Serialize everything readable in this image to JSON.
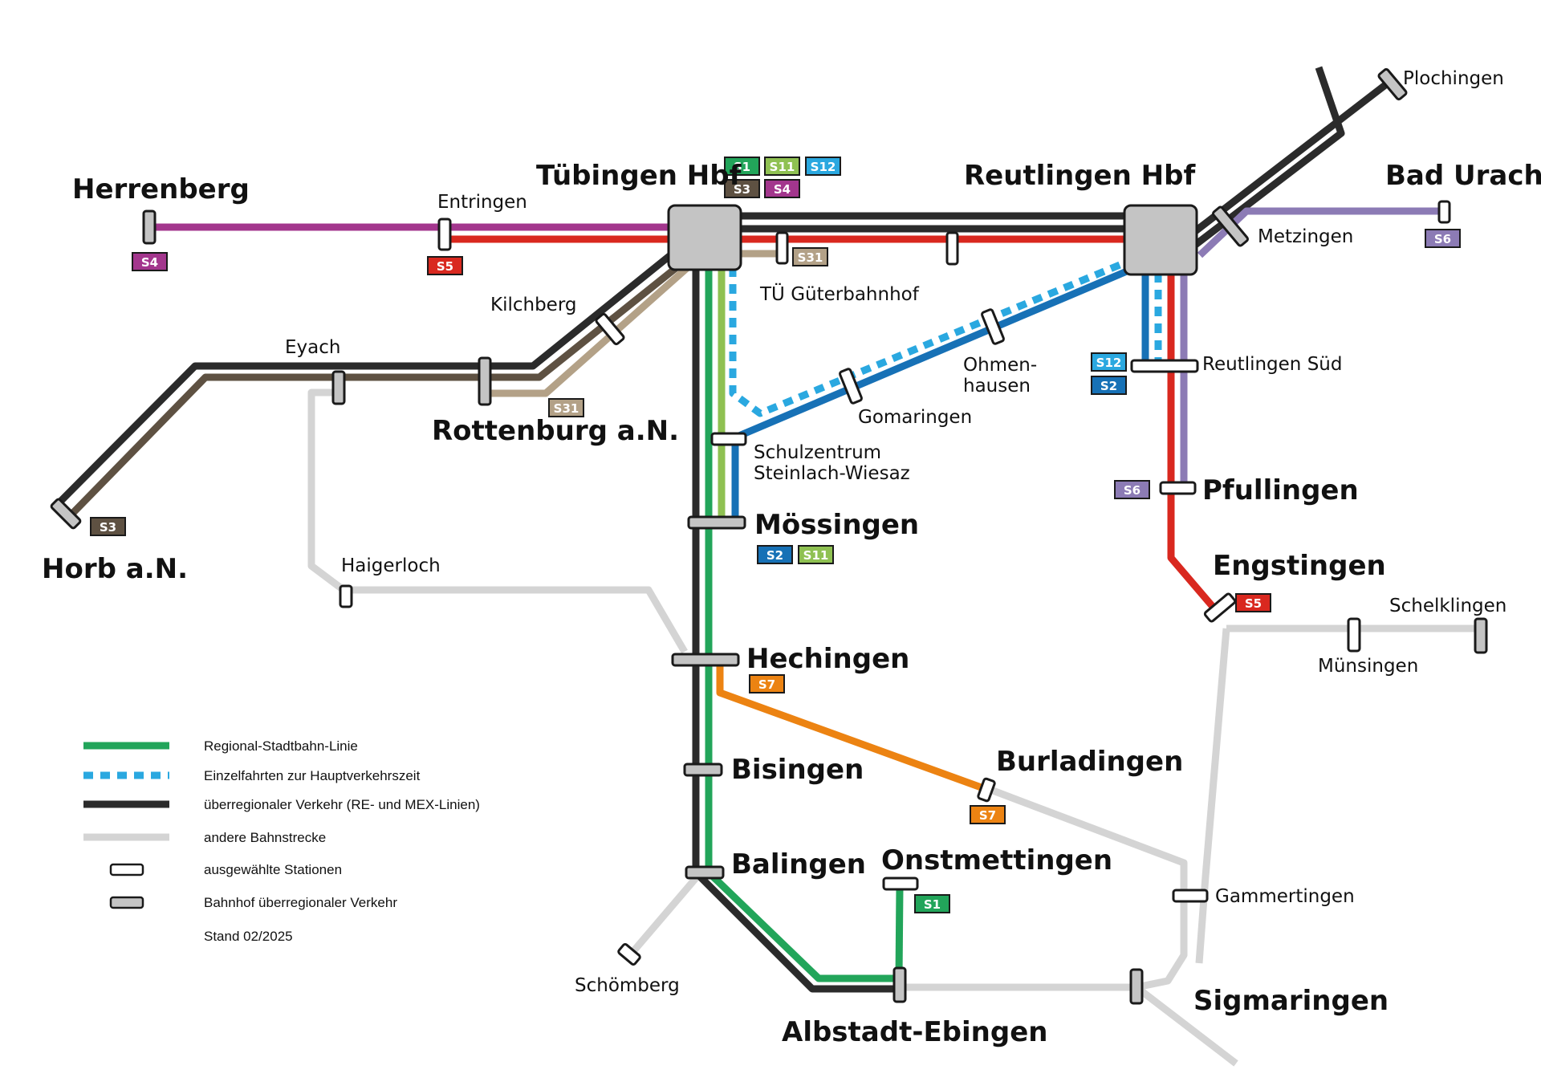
{
  "colors": {
    "regional": "#22a55a",
    "express_dotted": "#2aa8e0",
    "national": "#2b2b2b",
    "other": "#d4d4d4",
    "s1": "#22a55a",
    "s11": "#8fc152",
    "s12": "#2aa8e0",
    "s2": "#1771b6",
    "s3": "#5e5142",
    "s31": "#b3a187",
    "s4": "#a3368d",
    "s5": "#d9281f",
    "s6": "#8c7bb5",
    "s7": "#ec8312"
  },
  "stations": {
    "herrenberg": "Herrenberg",
    "entringen": "Entringen",
    "tuebingen": "Tübingen Hbf",
    "reutlingen": "Reutlingen Hbf",
    "bad_urach": "Bad Urach",
    "plochingen": "Plochingen",
    "metzingen": "Metzingen",
    "tue_gueterbahnhof": "TÜ Güterbahnhof",
    "kilchberg": "Kilchberg",
    "eyach": "Eyach",
    "rottenburg": "Rottenburg a.N.",
    "horb": "Horb a.N.",
    "haigerloch": "Haigerloch",
    "ohmenhausen_1": "Ohmen-",
    "ohmenhausen_2": "hausen",
    "gomaringen": "Gomaringen",
    "reutlingen_sued": "Reutlingen Süd",
    "schulzentrum_1": "Schulzentrum",
    "schulzentrum_2": "Steinlach-Wiesaz",
    "moessingen": "Mössingen",
    "pfullingen": "Pfullingen",
    "engstingen": "Engstingen",
    "schelklingen": "Schelklingen",
    "muensingen": "Münsingen",
    "hechingen": "Hechingen",
    "bisingen": "Bisingen",
    "burladingen": "Burladingen",
    "balingen": "Balingen",
    "onstmettingen": "Onstmettingen",
    "gammertingen": "Gammertingen",
    "schoemberg": "Schömberg",
    "sigmaringen": "Sigmaringen",
    "albstadt": "Albstadt-Ebingen"
  },
  "badges": {
    "s1": "S1",
    "s11": "S11",
    "s12": "S12",
    "s2": "S2",
    "s3": "S3",
    "s31": "S31",
    "s4": "S4",
    "s5": "S5",
    "s6": "S6",
    "s7": "S7"
  },
  "legend": {
    "items": [
      "Regional-Stadtbahn-Linie",
      "Einzelfahrten zur Hauptverkehrszeit",
      "überregionaler Verkehr (RE- und MEX-Linien)",
      "andere Bahnstrecke",
      "ausgewählte Stationen",
      "Bahnhof überregionaler Verkehr"
    ],
    "stand": "Stand 02/2025"
  }
}
